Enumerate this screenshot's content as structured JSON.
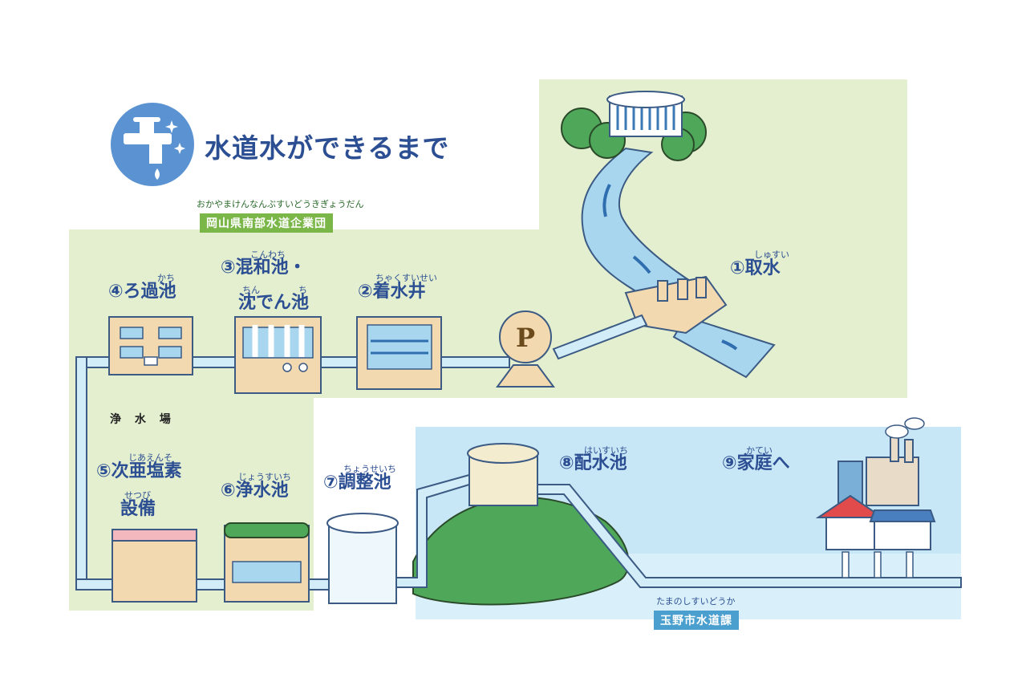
{
  "title": "水道水ができるまで",
  "org_top": {
    "ruby": "おかやまけんなんぶすいどうきぎょうだん",
    "name": "岡山県南部水道企業団"
  },
  "org_bottom": {
    "ruby": "たまのしすいどうか",
    "name": "玉野市水道課"
  },
  "plant_label": "浄 水 場",
  "pump_label": "P",
  "steps": {
    "s1": {
      "ruby": "しゅすい",
      "label": "①取水"
    },
    "s2": {
      "ruby": "ちゃくすいせい",
      "label": "②着水井"
    },
    "s3": {
      "ruby1": "こんわち",
      "label1": "③混和池・",
      "ruby2a": "ちん",
      "ruby2b": "ち",
      "label2": "沈でん池"
    },
    "s4": {
      "ruby": "かち",
      "label": "④ろ過池"
    },
    "s5": {
      "ruby1": "じあえんそ",
      "label1": "⑤次亜塩素",
      "ruby2": "せつび",
      "label2": "設備"
    },
    "s6": {
      "ruby": "じょうすいち",
      "label": "⑥浄水池"
    },
    "s7": {
      "ruby": "ちょうせいち",
      "label": "⑦調整池"
    },
    "s8": {
      "ruby": "はいすいち",
      "label": "⑧配水池"
    },
    "s9": {
      "ruby": "かてい",
      "label": "⑨家庭へ"
    }
  },
  "colors": {
    "green_panel": "#e3efcf",
    "blue_panel": "#c7e6f5",
    "pipe": "#d2ecf8",
    "pipe_edge": "#3b5a84",
    "label": "#2c4e92",
    "badge_green": "#7ab648",
    "badge_blue": "#4a9fcf",
    "icon_blue": "#5b93d2"
  },
  "icons": [
    "faucet-icon",
    "pump-icon",
    "dam-icon",
    "house-icon",
    "factory-icon"
  ]
}
